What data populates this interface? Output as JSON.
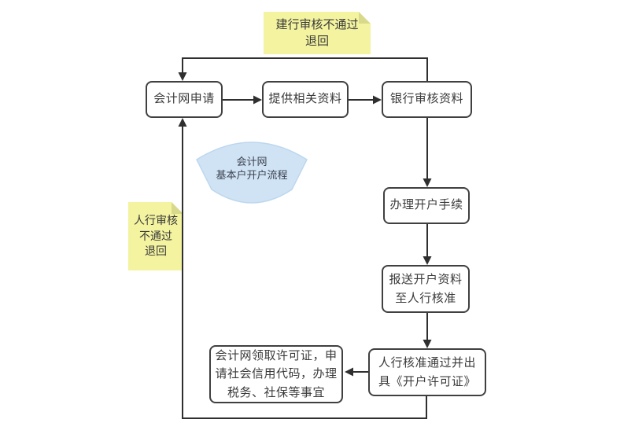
{
  "canvas": {
    "background": "#ffffff"
  },
  "palette": {
    "box_border": "#404040",
    "box_fill": "#ffffff",
    "text": "#3a3a3a",
    "arrow": "#2f2f2f",
    "sticky_bg": "#f3f3a0",
    "sticky_fold": "#d9d98c",
    "fan_fill": "#cfe3f5",
    "fan_stroke": "#bdd7ee"
  },
  "fan_label": {
    "text": "会计网\n基本户开户流程"
  },
  "nodes": {
    "apply": "会计网申请",
    "provide": "提供相关资料",
    "bank_review": "银行审核资料",
    "open_account": "办理开户手续",
    "submit": "报送开户资料\n至人行核准",
    "approve": "人行核准通过并出\n具《开户许可证》",
    "license": "会计网领取许可证，申\n请社会信用代码，办理\n税务、社保等事宜"
  },
  "notes": {
    "cbc_reject": "建行审核不通过\n退回",
    "pboc_reject": "人行审核\n不通过\n退回"
  }
}
